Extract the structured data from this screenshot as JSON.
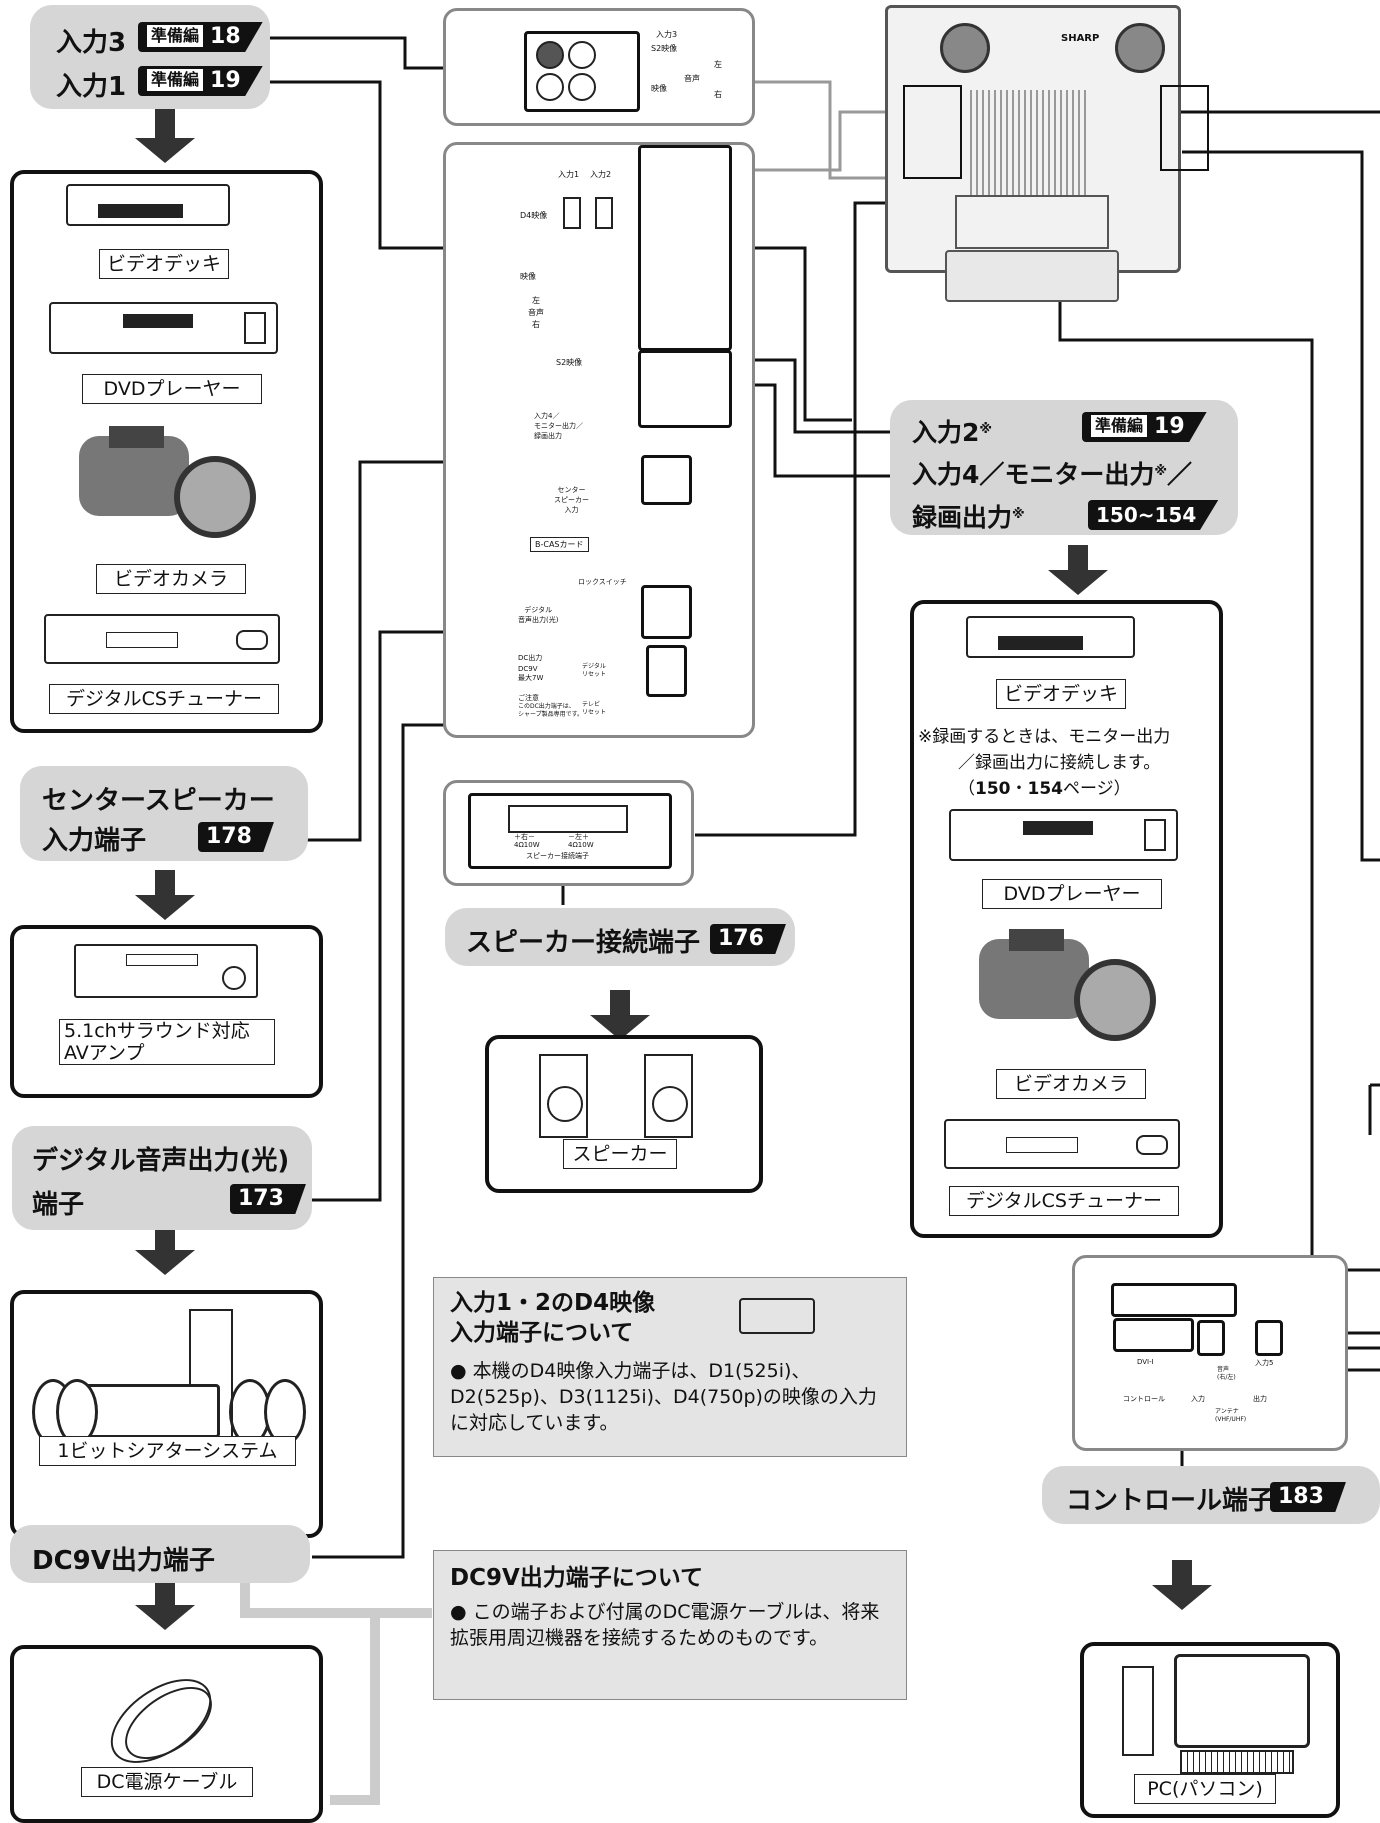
{
  "left": {
    "input3": {
      "label": "入力3",
      "badge": "準備編",
      "page": "18"
    },
    "input1": {
      "label": "入力1",
      "badge": "準備編",
      "page": "19"
    },
    "devices1": [
      "ビデオデッキ",
      "DVDプレーヤー",
      "ビデオカメラ",
      "デジタルCSチューナー"
    ],
    "center_speaker": {
      "line1": "センタースピーカー",
      "line2": "入力端子",
      "page": "178"
    },
    "amp_label": "5.1chサラウンド対応\nAVアンプ",
    "digital_audio": {
      "line1": "デジタル音声出力(光)",
      "line2": "端子",
      "page": "173"
    },
    "theater_label": "1ビットシアターシステム",
    "dc9v": {
      "label": "DC9V出力端子"
    },
    "dc_cable_label": "DC電源ケーブル"
  },
  "middle": {
    "speaker_term": {
      "label": "スピーカー接続端子",
      "page": "176"
    },
    "speaker_label": "スピーカー",
    "d4_info": {
      "title1": "入力1・2のD4映像",
      "title2": "入力端子について",
      "text": "● 本機のD4映像入力端子は、D1(525i)、D2(525p)、D3(1125i)、D4(750p)の映像の入力に対応しています。"
    },
    "dc_info": {
      "title": "DC9V出力端子について",
      "text": "● この端子および付属のDC電源ケーブルは、将来拡張用周辺機器を接続するためのものです。"
    },
    "panel_text": {
      "in1": "入力1",
      "in2": "入力2",
      "d4": "D4映像",
      "video": "映像",
      "audio": "左\n音声\n右",
      "s2": "S2映像",
      "in4": "入力4／\nモニター出力／\n録画出力",
      "center": "センター\nスピーカー\n入力",
      "bcas": "B-CASカード",
      "lock": "ロックスイッチ",
      "optical": "デジタル\n音声出力(光)",
      "dcout": "DC出力",
      "dc9v": "DC9V\n最大7W",
      "caution": "ご注意",
      "caution_text": "このDC出力端子は、\nシャープ製品専用です。",
      "digital_reset": "デジタル\nリセット",
      "tv_reset": "テレビ\nリセット",
      "spk_r": "＋右－\n4Ω10W",
      "spk_l": "－左＋\n4Ω10W",
      "spk_term": "スピーカー接続端子",
      "in3": "入力3",
      "s2b": "S2映像",
      "vid": "映像",
      "aud": "音声",
      "l": "左",
      "r": "右"
    }
  },
  "right": {
    "input2": {
      "label": "入力2",
      "note": "※",
      "badge": "準備編",
      "page": "19"
    },
    "input4": {
      "label": "入力4／モニター出力",
      "note": "※",
      "tail": "／"
    },
    "rec": {
      "label": "録画出力",
      "note": "※",
      "pages": "150~154"
    },
    "devices2": [
      "ビデオデッキ",
      "DVDプレーヤー",
      "ビデオカメラ",
      "デジタルCSチューナー"
    ],
    "rec_note_1": "※録画するときは、モニター出力",
    "rec_note_2": "／録画出力に接続します。",
    "rec_note_3a": "（",
    "rec_note_3b": "150",
    "rec_note_3c": "・",
    "rec_note_3d": "154",
    "rec_note_3e": "ページ）",
    "control": {
      "label": "コントロール端子",
      "page": "183"
    },
    "pc_label": "PC(パソコン)",
    "side_panel_text": {
      "dvi": "DVI-I",
      "audio": "音声\n(右/左)",
      "in5": "入力5",
      "control": "コントロール",
      "in": "入力",
      "out": "出力",
      "antenna": "アンテナ\n(VHF/UHF)"
    },
    "tv_brand": "SHARP"
  }
}
